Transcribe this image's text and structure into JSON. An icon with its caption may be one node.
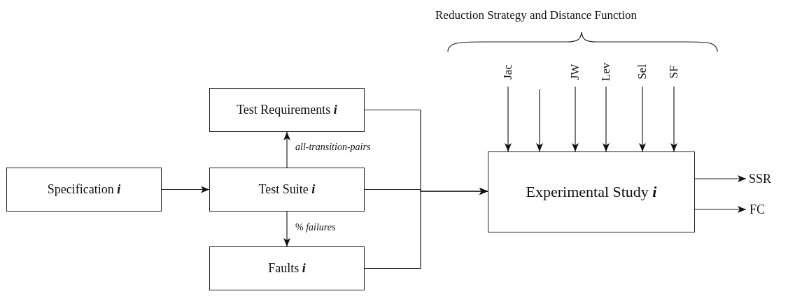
{
  "diagram": {
    "nodes": [
      {
        "text": [
          "Specification **i**"
        ]
      },
      {
        "text": [
          "Test Requirements **i**"
        ]
      },
      {
        "text": [
          "Test Suite **i**"
        ]
      },
      {
        "text": [
          "Faults **i**"
        ]
      },
      {
        "text": [
          "Experimental Study **i**"
        ]
      },
      {
        "text": [
          "Jac"
        ]
      },
      {
        "text": [
          "JW"
        ]
      },
      {
        "text": [
          "Lev"
        ]
      },
      {
        "text": [
          "Sel"
        ]
      },
      {
        "text": [
          "SF"
        ]
      },
      {
        "text": [
          "SSR"
        ]
      },
      {
        "text": [
          "FC"
        ]
      }
    ],
    "edges": [
      {
        "from": 0,
        "to": 2,
        "arrow": "to"
      },
      {
        "from": 2,
        "to": 1,
        "arrow": "to",
        "label": "all-transition-pairs"
      },
      {
        "from": 2,
        "to": 3,
        "arrow": "to",
        "label": "% *failures*"
      },
      {
        "from": 1,
        "to": 4,
        "arrow": "to"
      },
      {
        "from": 2,
        "to": 4,
        "arrow": "to"
      },
      {
        "from": 3,
        "to": 4,
        "arrow": "to"
      },
      {
        "from": 5,
        "to": 4,
        "arrow": "to"
      },
      {
        "from": null,
        "to": 4,
        "arrow": "to"
      },
      {
        "from": 6,
        "to": 4,
        "arrow": "to"
      },
      {
        "from": 7,
        "to": 4,
        "arrow": "to"
      },
      {
        "from": 8,
        "to": 4,
        "arrow": "to"
      },
      {
        "from": 9,
        "to": 4,
        "arrow": "to"
      },
      {
        "from": 4,
        "to": 10,
        "arrow": "to"
      },
      {
        "from": 4,
        "to": 11,
        "arrow": "to"
      }
    ],
    "labels": [
      "Reduction Strategy and Distance Function"
    ]
  }
}
